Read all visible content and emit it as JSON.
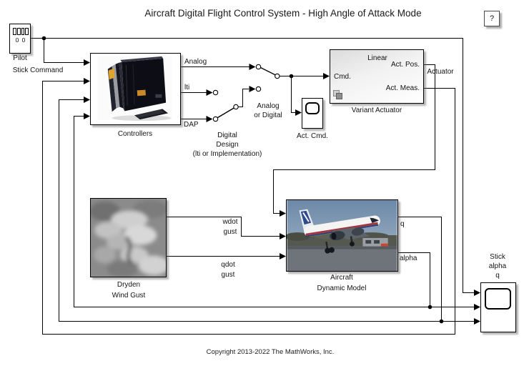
{
  "title": "Aircraft Digital Flight Control System - High Angle of Attack Mode",
  "copyright": "Copyright 2013-2022 The MathWorks, Inc.",
  "help_button": {
    "label": "?"
  },
  "blocks": {
    "pilot": {
      "label": "Pilot",
      "icon_text": "0 0"
    },
    "controllers": {
      "label": "Controllers"
    },
    "variant_actuator": {
      "label": "Variant Actuator",
      "variant_name": "Linear",
      "port_in": "Cmd.",
      "port_out_top": "Act. Pos.",
      "port_out_bottom": "Act. Meas."
    },
    "act_cmd_scope": {
      "label": "Act. Cmd."
    },
    "dryden": {
      "label_line1": "Dryden",
      "label_line2": "Wind Gust"
    },
    "aircraft": {
      "label_line1": "Aircraft",
      "label_line2": "Dynamic Model"
    },
    "stick_scope": {
      "label_line1": "Stick",
      "label_line2": "alpha",
      "label_line3": "q"
    }
  },
  "switches": {
    "digital_design": {
      "label_line1": "Digital",
      "label_line2": "Design",
      "label_line3": "(lti or Implementation)"
    },
    "analog_or_digital": {
      "label_line1": "Analog",
      "label_line2": "or Digital"
    }
  },
  "signals": {
    "stick_command": "Stick Command",
    "analog": "Analog",
    "lti": "lti",
    "dap": "DAP",
    "actuator": "Actuator",
    "wdot_line1": "wdot",
    "wdot_line2": "gust",
    "qdot_line1": "qdot",
    "qdot_line2": "gust",
    "q": "q",
    "alpha": "alpha"
  },
  "colors": {
    "background": "#ffffff",
    "wire": "#000000",
    "block_border": "#000000",
    "block_fill": "#ffffff",
    "shadow": "#5a5a5a",
    "variant_gradient_top": "#dcdcdc"
  }
}
